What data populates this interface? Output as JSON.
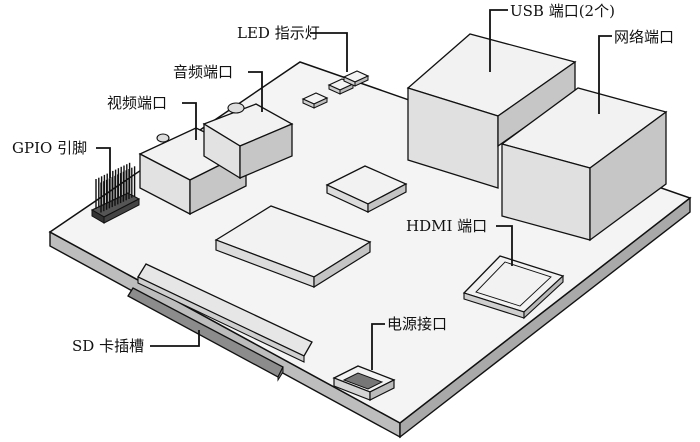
{
  "labels": {
    "led": "LED 指示灯",
    "usb": "USB 端口(2个)",
    "audio": "音频端口",
    "network": "网络端口",
    "video": "视频端口",
    "gpio": "GPIO 引脚",
    "hdmi": "HDMI 端口",
    "power": "电源接口",
    "sd": "SD 卡插槽"
  },
  "colors": {
    "outline": "#111111",
    "board_top": "#f4f4f4",
    "board_side": "#bdbdbd",
    "component_top": "#f2f2f2",
    "component_front": "#e2e2e2",
    "component_side": "#c6c6c6",
    "sd_slot_dark": "#8c8c8c"
  }
}
